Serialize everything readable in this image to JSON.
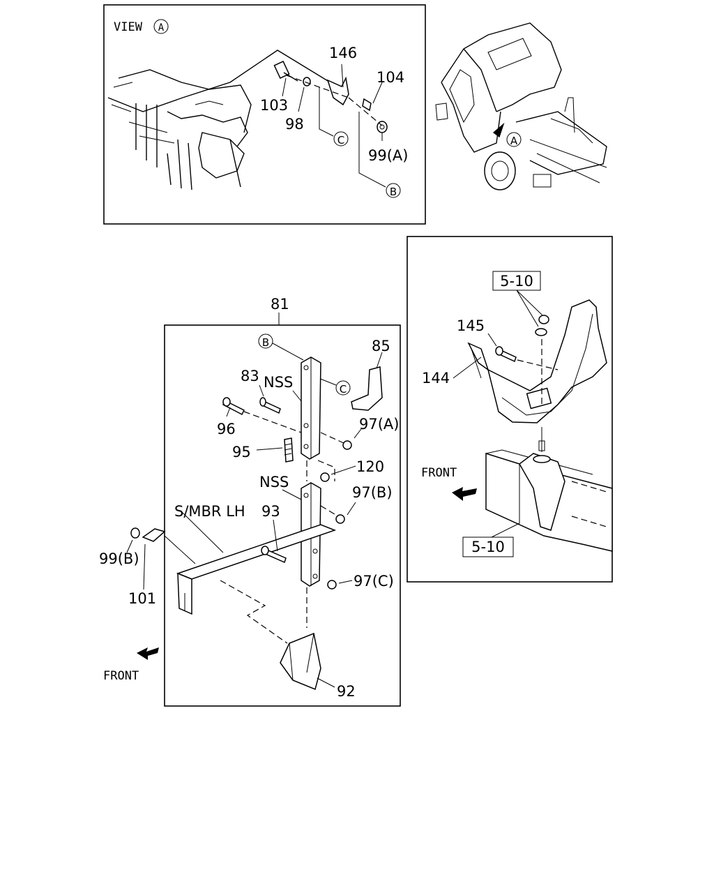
{
  "view_panel": {
    "view_label": "VIEW",
    "view_marker": "A",
    "callouts": {
      "p146": "146",
      "p104": "104",
      "p103": "103",
      "p98": "98",
      "p99a": "99(A)",
      "c_marker": "C",
      "b_marker": "B"
    }
  },
  "truck_view": {
    "marker": "A"
  },
  "bracket_panel": {
    "callouts": {
      "p81": "81",
      "b_marker": "B",
      "c_marker": "C",
      "p85": "85",
      "p83": "83",
      "nss_top": "NSS",
      "p96": "96",
      "p97a": "97(A)",
      "p95": "95",
      "p120": "120",
      "nss_mid": "NSS",
      "p97b": "97(B)",
      "s_mbr": "S/MBR LH",
      "p93": "93",
      "p99b": "99(B)",
      "p97c": "97(C)",
      "p101": "101",
      "p92": "92",
      "front": "FRONT"
    }
  },
  "mount_panel": {
    "callouts": {
      "ref_top": "5-10",
      "p145": "145",
      "p144": "144",
      "front": "FRONT",
      "ref_bottom": "5-10"
    }
  }
}
